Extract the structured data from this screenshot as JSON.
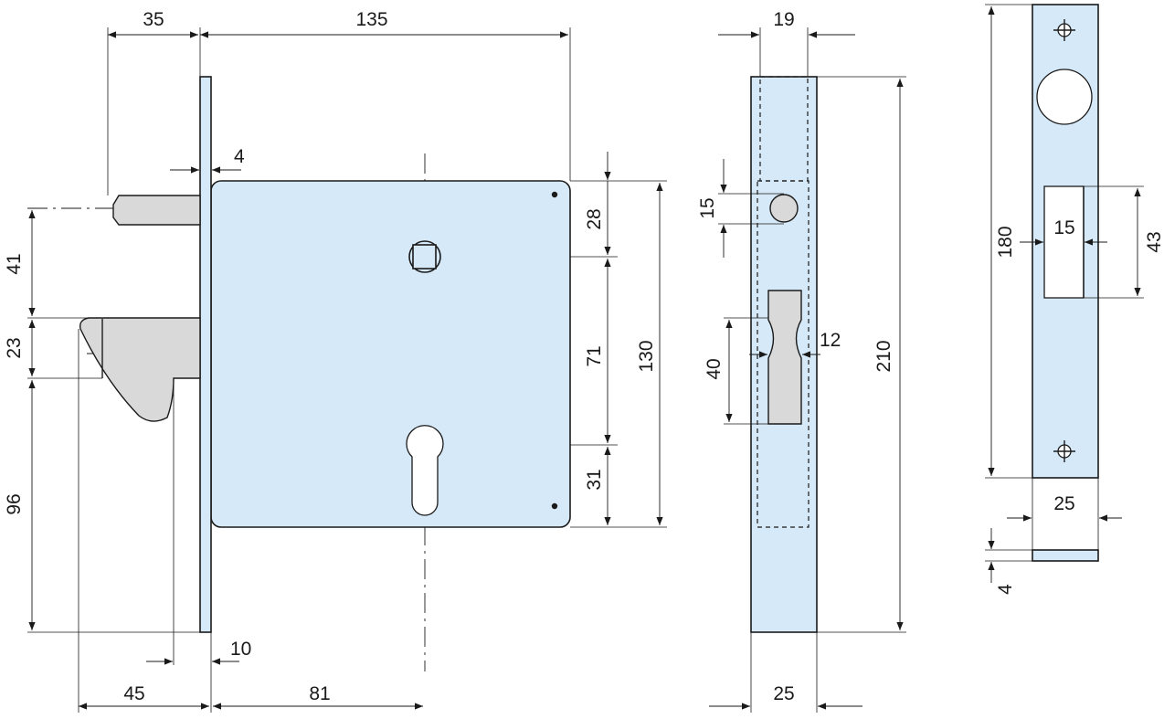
{
  "dimensions": {
    "backset_top": "35",
    "case_width": "135",
    "faceplate_thickness": "4",
    "spindle_top_offset": "28",
    "spindle_to_cylinder": "71",
    "case_height": "130",
    "cylinder_bottom_offset": "31",
    "bolt_drop": "41",
    "latch_height": "23",
    "latch_lower": "96",
    "latch_offset": "10",
    "latch_projection": "45",
    "cylinder_backset": "81",
    "front_width_top": "19",
    "front_width_bottom": "25",
    "front_height": "210",
    "round_bolt_dia": "15",
    "latch_slot_height": "40",
    "latch_slot_width": "12",
    "strike_height": "180",
    "strike_window_width": "15",
    "strike_window_height": "43",
    "strike_width": "25",
    "strike_thickness": "4"
  }
}
